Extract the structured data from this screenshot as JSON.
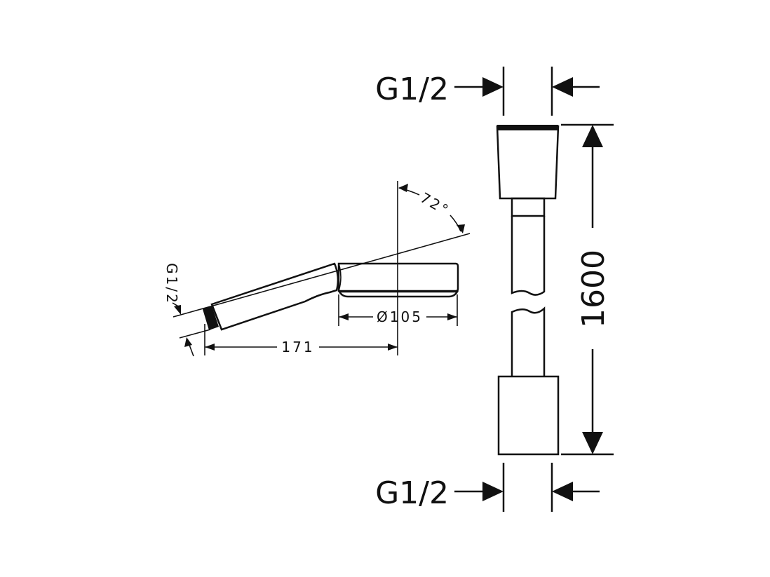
{
  "hand_shower": {
    "thread_label": "G1/2",
    "length_label": "171",
    "diameter_label": "Ø105",
    "angle_label": "72°"
  },
  "hose": {
    "top_thread_label": "G1/2",
    "bottom_thread_label": "G1/2",
    "length_label": "1600"
  }
}
